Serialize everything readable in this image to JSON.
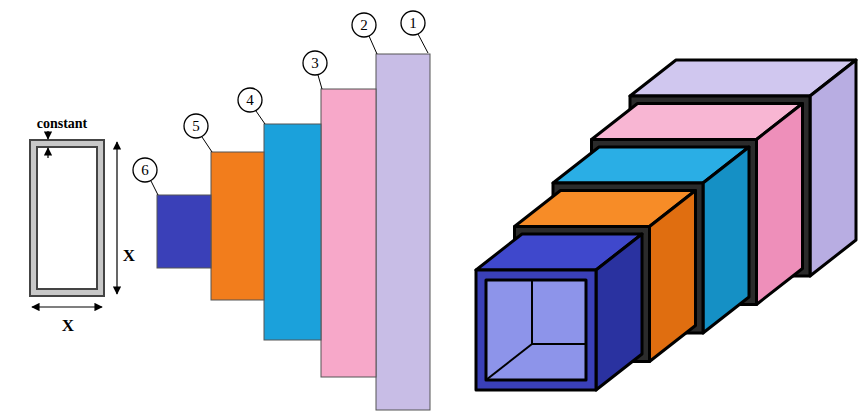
{
  "diagram": {
    "labels": [
      "constant",
      "X",
      "X",
      "6",
      "5",
      "4",
      "3",
      "2",
      "1"
    ]
  }
}
